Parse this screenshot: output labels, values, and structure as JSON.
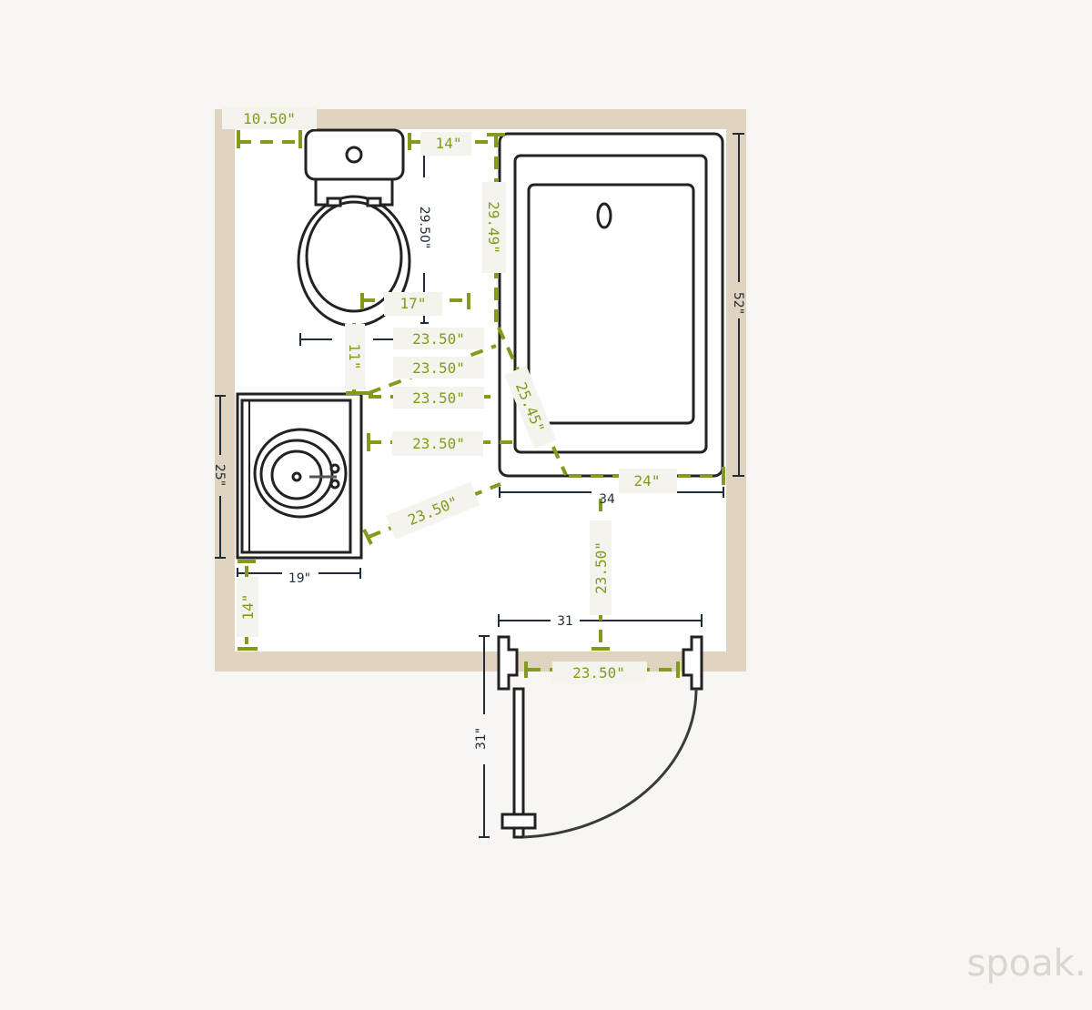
{
  "plan": {
    "colors": {
      "wall": "#e0d3c0",
      "floor": "#ffffff",
      "background": "#f7f6f2",
      "clearance": "#839a1c",
      "dimension": "#1f2d3a",
      "fixture": "#222222"
    },
    "clearance_labels": {
      "toilet_left": "10.50\"",
      "toilet_right": "14\"",
      "tub_side": "29.49\"",
      "toilet_front_width": "17\"",
      "toilet_to_vanity": "11\"",
      "diag_upper_a": "23.50\"",
      "diag_upper_b": "23.50\"",
      "diag_upper_c": "23.50\"",
      "vanity_front": "23.50\"",
      "tub_diag": "25.45\"",
      "vanity_diag_lower": "23.50\"",
      "tub_front": "24\"",
      "tub_to_door": "23.50\"",
      "door_opening": "23.50\"",
      "vanity_to_wall": "14\""
    },
    "dimension_labels": {
      "toilet_depth": "29.50\"",
      "tub_length": "52\"",
      "vanity_depth": "25\"",
      "vanity_width": "19\"",
      "tub_width": "34",
      "door_width": "31",
      "door_leaf": "31\""
    },
    "fixtures": [
      "toilet-icon",
      "bathtub-icon",
      "vanity-sink-icon",
      "door-swing-icon"
    ],
    "logo": "spoak."
  }
}
